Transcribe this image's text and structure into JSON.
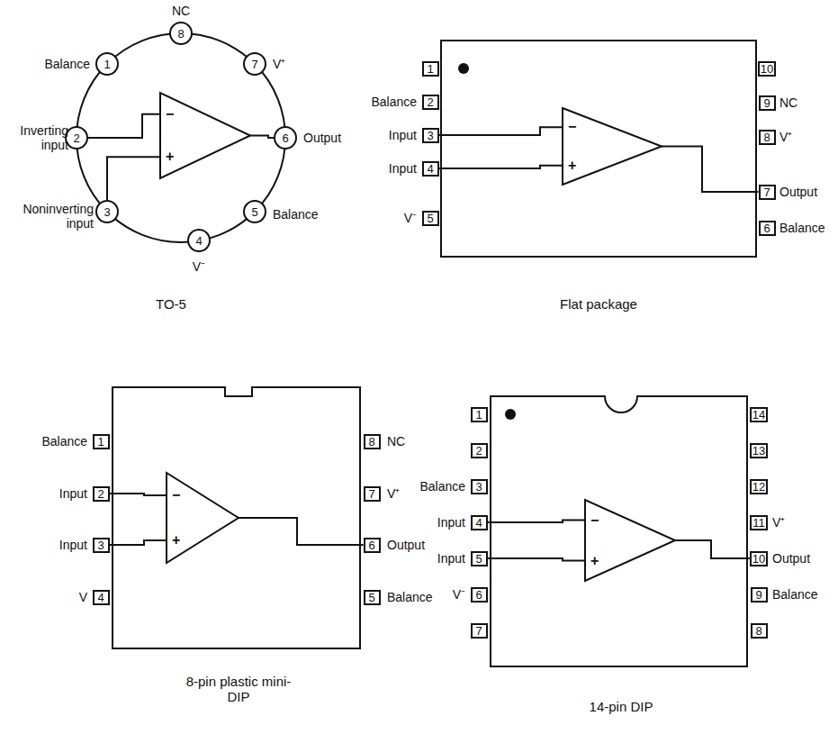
{
  "diagram": {
    "nodes": [
      {
        "text": [
          "1"
        ]
      },
      {
        "text": [
          "2"
        ]
      },
      {
        "text": [
          "3"
        ]
      },
      {
        "text": [
          "4"
        ]
      },
      {
        "text": [
          "5"
        ]
      },
      {
        "text": [
          "6"
        ]
      },
      {
        "text": [
          "7"
        ]
      },
      {
        "text": [
          "8"
        ]
      },
      {
        "text": [
          "−",
          "+"
        ]
      },
      {
        "text": [
          "1"
        ]
      },
      {
        "text": [
          "2"
        ]
      },
      {
        "text": [
          "3"
        ]
      },
      {
        "text": [
          "4"
        ]
      },
      {
        "text": [
          "5"
        ]
      },
      {
        "text": [
          "6"
        ]
      },
      {
        "text": [
          "7"
        ]
      },
      {
        "text": [
          "8"
        ]
      },
      {
        "text": [
          "9"
        ]
      },
      {
        "text": [
          "10"
        ]
      },
      {
        "text": [
          "−",
          "+"
        ]
      },
      {
        "text": [
          "1"
        ]
      },
      {
        "text": [
          "2"
        ]
      },
      {
        "text": [
          "3"
        ]
      },
      {
        "text": [
          "4"
        ]
      },
      {
        "text": [
          "5"
        ]
      },
      {
        "text": [
          "6"
        ]
      },
      {
        "text": [
          "7"
        ]
      },
      {
        "text": [
          "8"
        ]
      },
      {
        "text": [
          "−",
          "+"
        ]
      },
      {
        "text": [
          "1"
        ]
      },
      {
        "text": [
          "2"
        ]
      },
      {
        "text": [
          "3"
        ]
      },
      {
        "text": [
          "4"
        ]
      },
      {
        "text": [
          "5"
        ]
      },
      {
        "text": [
          "6"
        ]
      },
      {
        "text": [
          "7"
        ]
      },
      {
        "text": [
          "8"
        ]
      },
      {
        "text": [
          "9"
        ]
      },
      {
        "text": [
          "10"
        ]
      },
      {
        "text": [
          "11"
        ]
      },
      {
        "text": [
          "12"
        ]
      },
      {
        "text": [
          "13"
        ]
      },
      {
        "text": [
          "14"
        ]
      },
      {
        "text": [
          "−",
          "+"
        ]
      }
    ],
    "edges": [
      {
        "from": 1,
        "to": 8,
        "arrow": "none"
      },
      {
        "from": 2,
        "to": 8,
        "arrow": "none"
      },
      {
        "from": 8,
        "to": 5,
        "arrow": "none"
      },
      {
        "from": 11,
        "to": 19,
        "arrow": "none"
      },
      {
        "from": 12,
        "to": 19,
        "arrow": "none"
      },
      {
        "from": 19,
        "to": 15,
        "arrow": "none"
      },
      {
        "from": 21,
        "to": 28,
        "arrow": "none"
      },
      {
        "from": 22,
        "to": 28,
        "arrow": "none"
      },
      {
        "from": 28,
        "to": 25,
        "arrow": "none"
      },
      {
        "from": 32,
        "to": 43,
        "arrow": "none"
      },
      {
        "from": 33,
        "to": 43,
        "arrow": "none"
      },
      {
        "from": 43,
        "to": 38,
        "arrow": "none"
      }
    ],
    "labels": [
      "NC",
      "Balance",
      "Inverting input",
      "Noninverting input",
      "V⁻",
      "Balance",
      "Output",
      "V⁺",
      "TO-5",
      "Balance",
      "Input",
      "Input",
      "V⁻",
      "NC",
      "V⁺",
      "Output",
      "Balance",
      "Flat package",
      "Balance",
      "Input",
      "Input",
      "V",
      "NC",
      "V⁺",
      "Output",
      "Balance",
      "8-pin plastic mini-DIP",
      "Balance",
      "Input",
      "Input",
      "V⁻",
      "V⁺",
      "Output",
      "Balance",
      "14-pin DIP"
    ]
  }
}
